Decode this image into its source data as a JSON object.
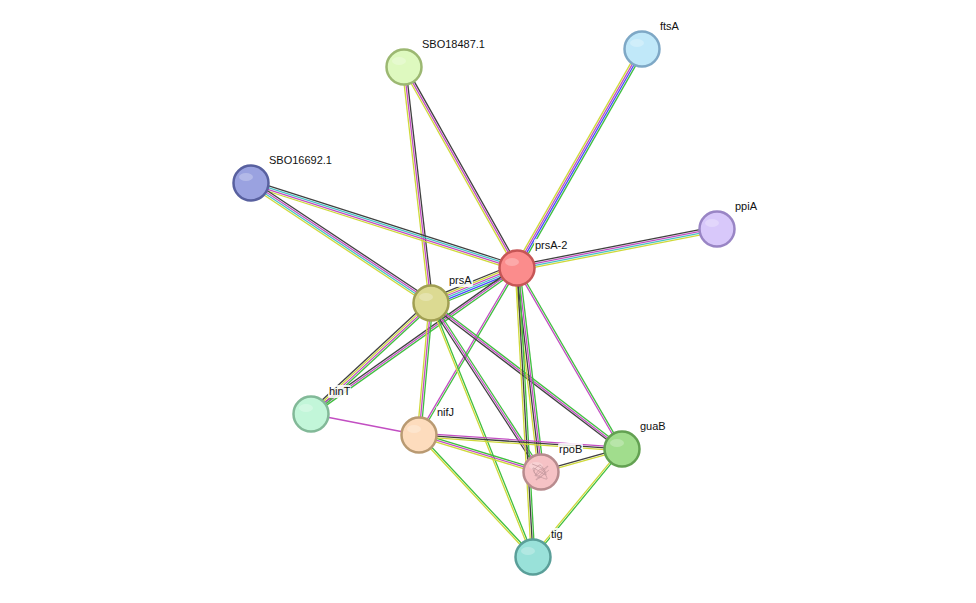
{
  "diagram": {
    "nodes": [
      {
        "text": [
          "ftsA"
        ]
      },
      {
        "text": [
          "SBO18487.1"
        ]
      },
      {
        "text": [
          "SBO16692.1"
        ]
      },
      {
        "text": [
          "ppiA"
        ]
      },
      {
        "text": [
          "prsA-2"
        ]
      },
      {
        "text": [
          "prsA"
        ]
      },
      {
        "text": [
          "hinT"
        ]
      },
      {
        "text": [
          "nifJ"
        ]
      },
      {
        "text": [
          "guaB"
        ]
      },
      {
        "text": [
          "rpoB"
        ]
      },
      {
        "text": [
          "tig"
        ]
      }
    ],
    "edges": [
      {
        "from": 0,
        "to": 4,
        "arrow": "none"
      },
      {
        "from": 1,
        "to": 4,
        "arrow": "none"
      },
      {
        "from": 1,
        "to": 5,
        "arrow": "none"
      },
      {
        "from": 2,
        "to": 4,
        "arrow": "none"
      },
      {
        "from": 2,
        "to": 5,
        "arrow": "none"
      },
      {
        "from": 3,
        "to": 4,
        "arrow": "none"
      },
      {
        "from": 4,
        "to": 5,
        "arrow": "none"
      },
      {
        "from": 4,
        "to": 6,
        "arrow": "none"
      },
      {
        "from": 5,
        "to": 6,
        "arrow": "none"
      },
      {
        "from": 4,
        "to": 7,
        "arrow": "none"
      },
      {
        "from": 5,
        "to": 7,
        "arrow": "none"
      },
      {
        "from": 4,
        "to": 8,
        "arrow": "none"
      },
      {
        "from": 5,
        "to": 8,
        "arrow": "none"
      },
      {
        "from": 4,
        "to": 9,
        "arrow": "none"
      },
      {
        "from": 5,
        "to": 9,
        "arrow": "none"
      },
      {
        "from": 4,
        "to": 10,
        "arrow": "none"
      },
      {
        "from": 5,
        "to": 10,
        "arrow": "none"
      },
      {
        "from": 6,
        "to": 7,
        "arrow": "none"
      },
      {
        "from": 7,
        "to": 9,
        "arrow": "none"
      },
      {
        "from": 7,
        "to": 8,
        "arrow": "none"
      },
      {
        "from": 7,
        "to": 10,
        "arrow": "none"
      },
      {
        "from": 9,
        "to": 8,
        "arrow": "none"
      },
      {
        "from": 8,
        "to": 10,
        "arrow": "none"
      }
    ]
  }
}
